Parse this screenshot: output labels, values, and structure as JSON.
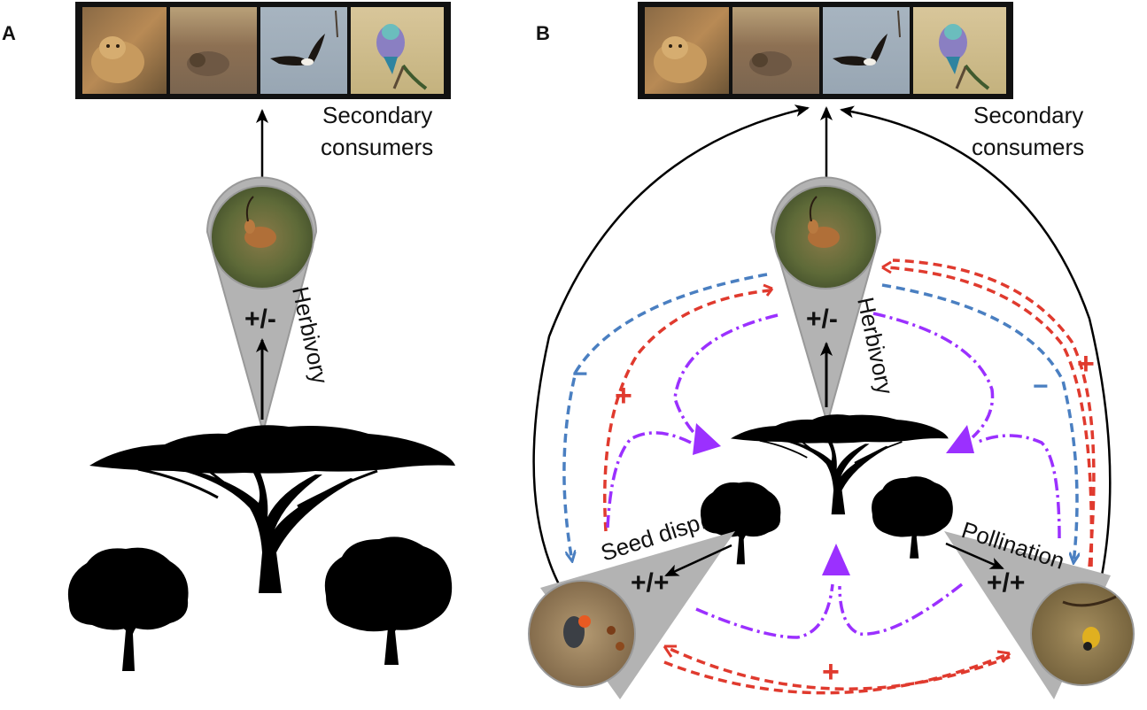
{
  "panels": [
    {
      "label": "A",
      "secondary_consumers": "Secondary\nconsumers",
      "herbivory_label": "Herbivory",
      "herbivory_sign": "+/-",
      "photos": [
        "lion-photo",
        "hyena-photo",
        "eagle-photo",
        "roller-bird-photo"
      ]
    },
    {
      "label": "B",
      "secondary_consumers": "Secondary\nconsumers",
      "herbivory_label": "Herbivory",
      "herbivory_sign": "+/-",
      "seed_dispersal_label": "Seed disp.",
      "seed_dispersal_sign": "+/+",
      "pollination_label": "Pollination",
      "pollination_sign": "+/+",
      "photos": [
        "lion-photo",
        "hyena-photo",
        "eagle-photo",
        "roller-bird-photo"
      ]
    }
  ],
  "effect_signs": {
    "red_plus": "+",
    "blue_minus": "−"
  },
  "colors": {
    "red_dashed": "#e03a2e",
    "blue_dashed": "#4a7fc1",
    "purple_dashdot": "#9b30ff",
    "cone_gray": "#b3b3b3",
    "silhouette": "#000000"
  }
}
